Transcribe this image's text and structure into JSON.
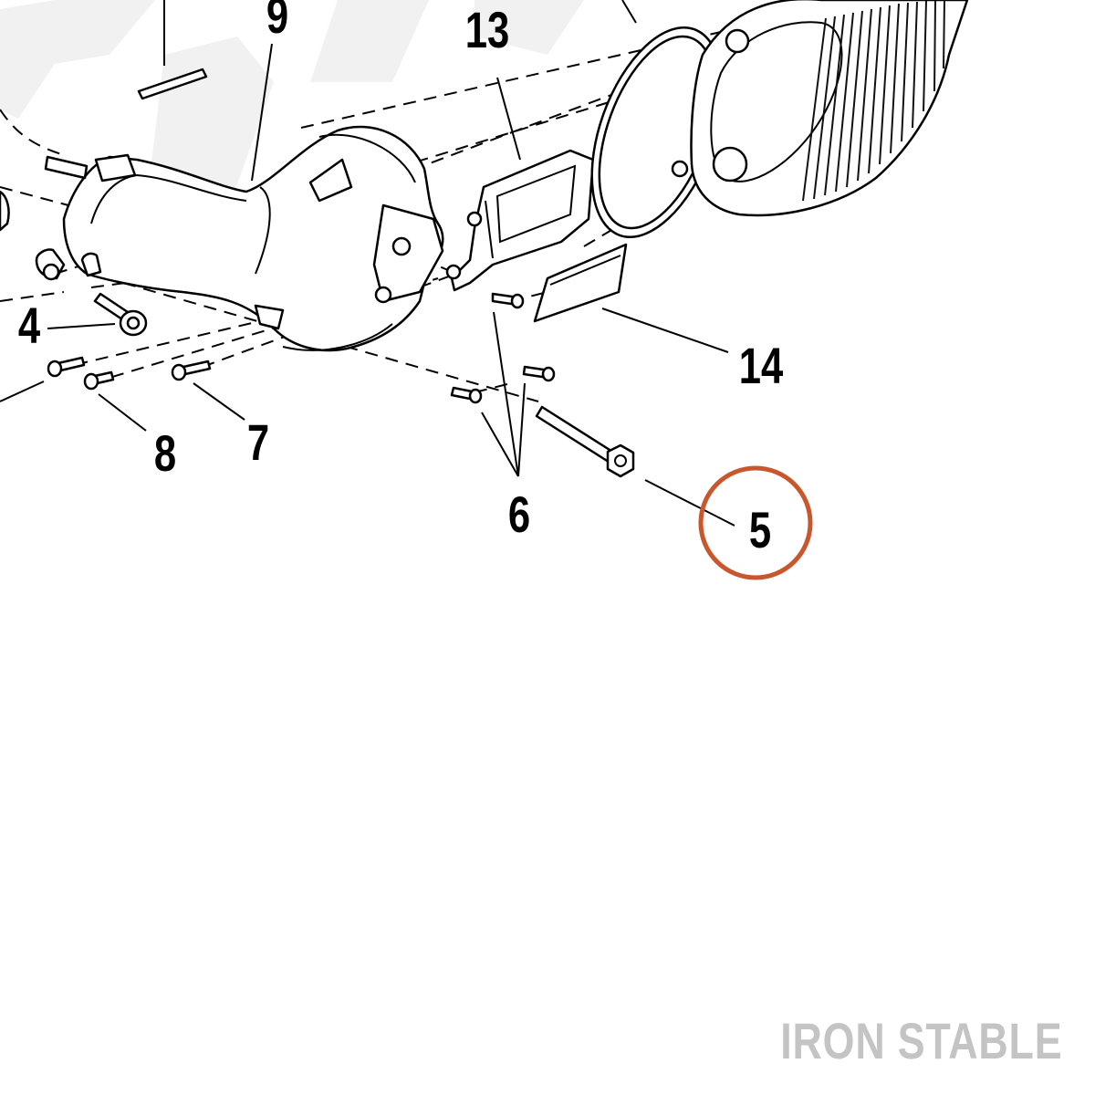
{
  "diagram": {
    "callouts": {
      "c9": "9",
      "c13": "13",
      "c4": "4",
      "c14": "14",
      "c8": "8",
      "c7": "7",
      "c6": "6",
      "c5": "5"
    },
    "highlight_color": "#c9572e",
    "highlighted_callout": "5"
  },
  "brand": {
    "text": "IRON STABLE",
    "color": "#c4c4c4"
  }
}
